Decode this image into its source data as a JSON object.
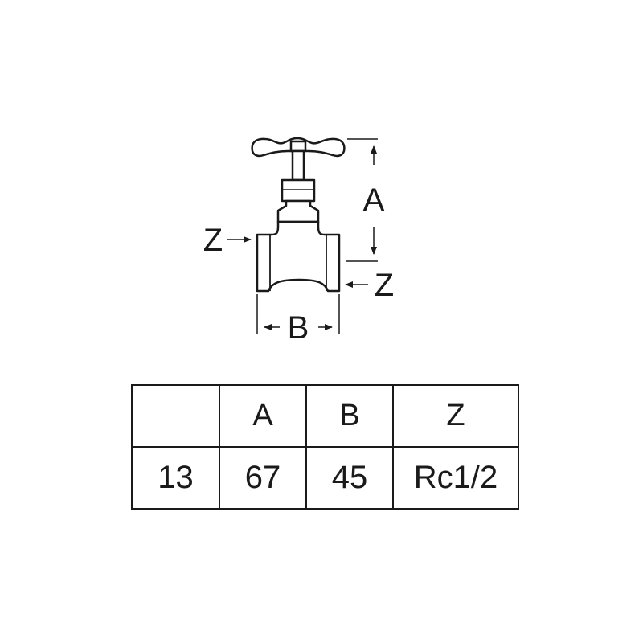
{
  "diagram": {
    "labels": {
      "height_dim": "A",
      "width_dim": "B",
      "thread_left": "Z",
      "thread_right": "Z"
    }
  },
  "table": {
    "headers": [
      "",
      "A",
      "B",
      "Z"
    ],
    "rows": [
      [
        "13",
        "67",
        "45",
        "Rc1/2"
      ]
    ]
  }
}
